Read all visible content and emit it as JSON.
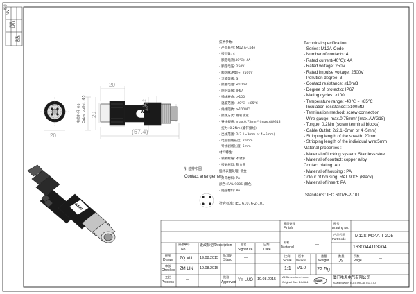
{
  "side_labels": [
    "版号",
    "REV",
    "日期",
    "DATE",
    "签名",
    "SIGN"
  ],
  "dimensions": {
    "cable_outlet_cn": "电缆外径 Φ5",
    "cable_outlet_en": "Cable outlet ,Φ5",
    "d20_left": "20",
    "d20_top": "20",
    "d20_bottom": "20",
    "m12": "M12",
    "length": "(57.4)",
    "dia": "Φ20"
  },
  "contact_arrangement_cn": "针位排布图",
  "contact_arrangement_en": "Contact arrangement",
  "specs_cn": {
    "title": "技术参数:",
    "items": [
      "- 产品系列: M12 A-Code",
      "- 接针数: 4",
      "- 额定电流(40℃): 4A",
      "- 额定电压: 250V",
      "- 额定脉冲电压: 2500V",
      "- 污染等级: 3",
      "- 接触电阻: ≤10mΩ",
      "- 防护等级: IP67",
      "- 插拔寿命: >100",
      "- 温度范围: -40℃~+85℃",
      "- 绝缘阻抗: ≥100MΩ",
      "- 接线方式: 螺钉锁紧",
      "- 导线规格: max.0,75mm² (max.AWG18)",
      "- 扭力: 0.2Nm (螺钉接线)",
      "- 出线范围: 2(2.1~3mm or 4~5mm)",
      "- 电缆剥线长度: 20mm",
      "- 导线剥线长度: 5mm"
    ],
    "material_title": "材料特性:",
    "material_items": [
      "- 锁紧螺帽: 不锈钢",
      "- 接触材料: 铜合金",
      "  插针表面处理: 镀金",
      "- 外壳材料: PA",
      "  颜色: RAL 9005 (黑色)",
      "- 插座材料: PA"
    ],
    "standard": "符合标准: IEC 61076-2-101"
  },
  "specs_en": {
    "title": "Technical specification:",
    "items": [
      "- Series: M12A-Code",
      "- Number of contacts:  4",
      "- Rated current(40℃):  4A",
      "- Rated voltage:            250V",
      "- Rated impulse voltage: 2500V",
      "- Pollution degree: 3",
      "- Contact resistance: ≤10mΩ",
      "- Degree of protectio: IP67",
      "- Mating cycles: >100",
      "- Temperature range: -40℃ ~ +85℃",
      "- Insulation resistance: ≥100MΩ",
      "- Termination method: screw connection",
      "- Wire gauge: max.0.75mm² (max.AWG18)",
      "- Torque: 0.2Nm (screw terminal blocks)",
      "- Cable Outlet: 2(2.1~3mm or 4~5mm)",
      "- Stripping length of the sheath: 20mm",
      "- Stripping length of the individual wire:5mm"
    ],
    "material_title": "Material properties :",
    "material_items": [
      "- Material of locking system: Stainless steel",
      "- Material of contact: copper alloy",
      "  Contact plating: Au",
      "- Material of housing : PA",
      "  Colour of housing: RAL 9005 (Black)",
      "- Material of insert: PA"
    ],
    "standard": "Standards: IEC 61076-2-101"
  },
  "title_block": {
    "finish_cn": "表面处理",
    "finish_en": "Finish",
    "finish_val": "—",
    "material_cn": "材料",
    "material_en": "Material",
    "material_val": "—",
    "drawing_no_cn": "图号",
    "drawing_no_en": "Drawing No.",
    "drawing_no_val": "—",
    "part_code_cn": "产品代码",
    "part_code_en": "Part Code",
    "part_code_val": "M12S-M04A-T-2D5",
    "prod_no_val": "1630044113204",
    "change_no_cn": "更改单号",
    "change_no_en": "No.",
    "description_en": "更改标记/Description",
    "signature_cn": "签名",
    "signature_en": "Signature",
    "date_cn": "日期",
    "date_en": "Date",
    "drawn_cn": "绘图",
    "drawn_en": "Drawn",
    "drawn_name": "ZQ XU",
    "drawn_date": "19.08.2015",
    "checked_cn": "审核",
    "checked_en": "Checked",
    "checked_name": "ZM LIN",
    "checked_date": "19.08.2015",
    "standard_cn": "标准化",
    "standard_en": "Stand",
    "standard_val": "—",
    "process_cn": "工艺",
    "process_en": "Process",
    "process_val": "—",
    "approved_cn": "批准",
    "approved_en": "Approved",
    "approved_name": "YY LUO",
    "approved_date": "19.08.2015",
    "scale_cn": "比例",
    "scale_en": "Scale",
    "scale_val": "1:1",
    "version_cn": "版本",
    "version_en": "Version",
    "version_val": "V1.0",
    "weight_cn": "重量",
    "weight_en": "Weight",
    "weight_val": "22.5g",
    "qty_cn": "数量",
    "qty_en": "Qty.",
    "qty_val": "—",
    "sheet_cn": "页数",
    "sheet_en": "Page",
    "sheet_val": "—",
    "dims_note_1": "All Dimensions in mm",
    "dims_note_2": "Original Size DIN A 4",
    "company_cn": "厦门唯恩电气有限公司",
    "company_en": "XIAMEN WAIN ELECTRICAL CO.,LTD",
    "logo_text": "WAIN"
  },
  "colors": {
    "line": "#222222",
    "dim": "#aaaaaa",
    "body": "#1a1a1a",
    "metal": "#b9b9b9"
  }
}
